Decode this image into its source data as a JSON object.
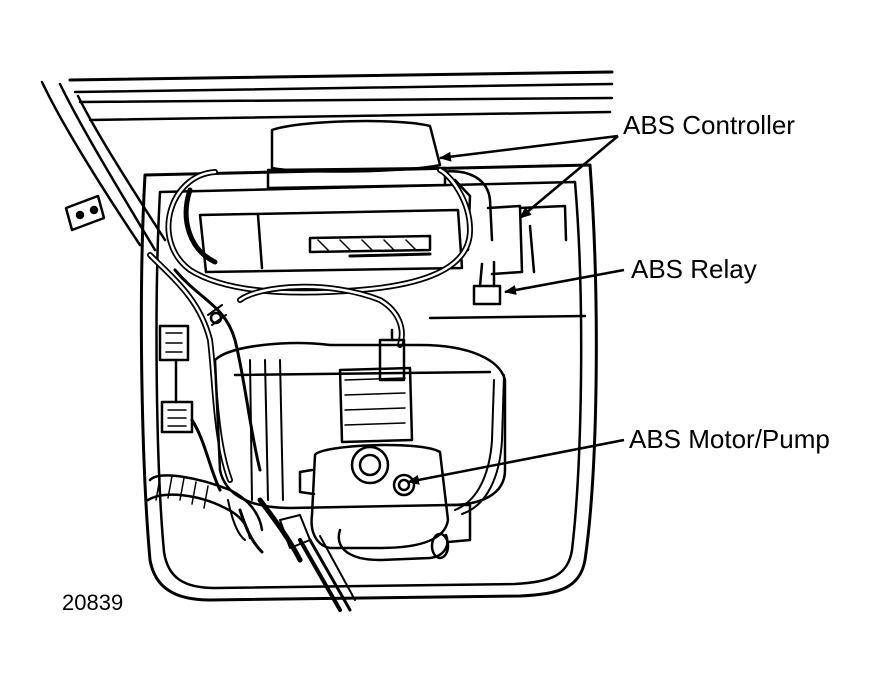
{
  "figure_number": "20839",
  "callouts": {
    "controller": "ABS Controller",
    "relay": "ABS Relay",
    "motor_pump": "ABS Motor/Pump"
  },
  "colors": {
    "ink": "#000000",
    "paper": "#ffffff"
  }
}
